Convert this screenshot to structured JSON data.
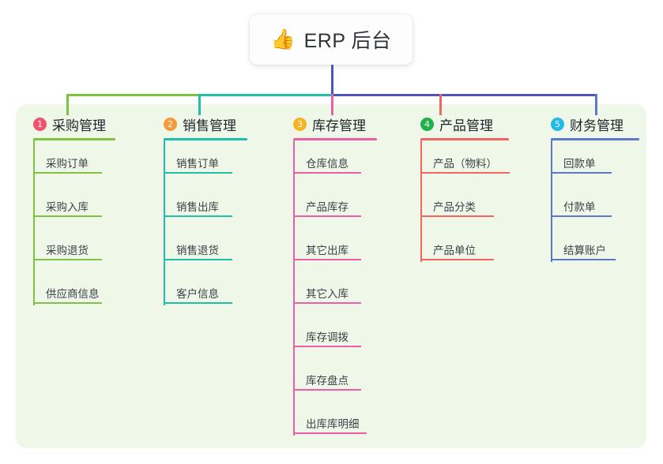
{
  "diagram": {
    "type": "mind-map",
    "root": {
      "icon": "thumbs-up-icon",
      "emoji": "👍",
      "title": "ERP 后台"
    },
    "panel_color": "#eef7e8",
    "root_stem_color": "#4a55bb",
    "branches": [
      {
        "number": "1",
        "title": "采购管理",
        "badge_color": "#f2536d",
        "line_color": "#7ec242",
        "items": [
          {
            "label": "采购订单"
          },
          {
            "label": "采购入库"
          },
          {
            "label": "采购退货"
          },
          {
            "label": "供应商信息"
          }
        ]
      },
      {
        "number": "2",
        "title": "销售管理",
        "badge_color": "#f79a3c",
        "line_color": "#1fc0a8",
        "items": [
          {
            "label": "销售订单"
          },
          {
            "label": "销售出库"
          },
          {
            "label": "销售退货"
          },
          {
            "label": "客户信息"
          }
        ]
      },
      {
        "number": "3",
        "title": "库存管理",
        "badge_color": "#f5b323",
        "line_color": "#ec5fa8",
        "items": [
          {
            "label": "仓库信息"
          },
          {
            "label": "产品库存"
          },
          {
            "label": "其它出库"
          },
          {
            "label": "其它入库"
          },
          {
            "label": "库存调拨"
          },
          {
            "label": "库存盘点"
          },
          {
            "label": "出库库明细"
          }
        ]
      },
      {
        "number": "4",
        "title": "产品管理",
        "badge_color": "#21b14b",
        "line_color": "#f4655f",
        "items": [
          {
            "label": "产品（物料）"
          },
          {
            "label": "产品分类"
          },
          {
            "label": "产品单位"
          }
        ]
      },
      {
        "number": "5",
        "title": "财务管理",
        "badge_color": "#23b9e8",
        "line_color": "#5d78c9",
        "items": [
          {
            "label": "回款单"
          },
          {
            "label": "付款单"
          },
          {
            "label": "结算账户"
          }
        ]
      }
    ]
  }
}
